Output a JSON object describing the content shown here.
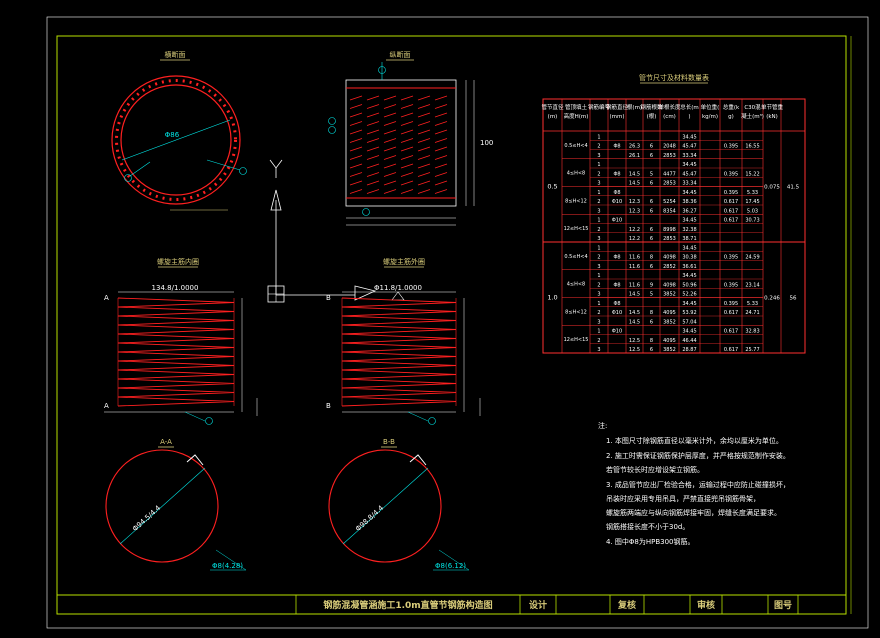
{
  "title_block": {
    "drawing_title": "钢筋混凝管涵施工1.0m直管节钢筋构造图",
    "design": "设计",
    "review": "复核",
    "approve": "审核",
    "drawing_no": "图号"
  },
  "views": {
    "cross_section": "横断面",
    "longitudinal_section": "纵断面",
    "inner_spiral": "螺旋主筋内圈",
    "outer_spiral": "螺旋主筋外圈",
    "section_a": "A-A",
    "section_b": "B-B"
  },
  "dims": {
    "cross_dia": "Φ86",
    "long_height": "100",
    "inner_len": "134.8/1.0000",
    "outer_len": "Φ11.8/1.0000",
    "a_dia": "Φ94.5/4.4",
    "b_dia": "Φ98.8/4.4",
    "a_bar": "Φ8(4.28)",
    "b_bar": "Φ8(6.12)"
  },
  "table": {
    "title": "管节尺寸及材料数量表",
    "headers": [
      "管节直径(m)",
      "管顶填土高度H(m)",
      "钢筋编号",
      "钢筋直径(mm)",
      "根(m)",
      "钢筋根数(根)",
      "单根长度(cm)",
      "总长(m)",
      "单位重(kg/m)",
      "总重(kg)",
      "C30混凝土(m³)",
      "单节管重(kN)"
    ],
    "groups": [
      {
        "dia": "0.5",
        "concrete": "0.075",
        "weight": "41.5",
        "bands": [
          {
            "h": "0.5≤H<4",
            "rows": [
              [
                "1",
                "",
                "",
                "",
                "",
                "34.45",
                "",
                ""
              ],
              [
                "2",
                "Φ8",
                "26.3",
                "6",
                "2048",
                "45.47",
                "0.395",
                "16.55"
              ],
              [
                "3",
                "",
                "26.1",
                "6",
                "2853",
                "33.34",
                "",
                ""
              ]
            ]
          },
          {
            "h": "4≤H<8",
            "rows": [
              [
                "1",
                "",
                "",
                "",
                "",
                "34.45",
                "",
                ""
              ],
              [
                "2",
                "Φ8",
                "14.5",
                "5",
                "4477",
                "45.47",
                "0.395",
                "15.22"
              ],
              [
                "3",
                "",
                "14.5",
                "6",
                "2853",
                "33.34",
                "",
                ""
              ]
            ]
          },
          {
            "h": "8≤H<12",
            "rows": [
              [
                "1",
                "Φ8",
                "",
                "",
                "",
                "34.45",
                "0.395",
                "5.33"
              ],
              [
                "2",
                "Φ10",
                "12.3",
                "6",
                "5254",
                "38.36",
                "0.617",
                "17.45"
              ],
              [
                "3",
                "",
                "12.3",
                "6",
                "8354",
                "36.27",
                "0.617",
                "5.03"
              ]
            ]
          },
          {
            "h": "12≤H<15",
            "rows": [
              [
                "1",
                "Φ10",
                "",
                "",
                "",
                "34.45",
                "0.617",
                "30.73"
              ],
              [
                "2",
                "",
                "12.2",
                "6",
                "8998",
                "32.38",
                "",
                ""
              ],
              [
                "3",
                "",
                "12.2",
                "6",
                "2853",
                "38.71",
                "",
                ""
              ]
            ]
          }
        ]
      },
      {
        "dia": "1.0",
        "concrete": "0.246",
        "weight": "56",
        "bands": [
          {
            "h": "0.5≤H<4",
            "rows": [
              [
                "1",
                "",
                "",
                "",
                "",
                "34.45",
                "",
                ""
              ],
              [
                "2",
                "Φ8",
                "11.6",
                "8",
                "4098",
                "30.38",
                "0.395",
                "24.59"
              ],
              [
                "3",
                "",
                "11.6",
                "6",
                "2852",
                "36.61",
                "",
                ""
              ]
            ]
          },
          {
            "h": "4≤H<8",
            "rows": [
              [
                "1",
                "",
                "",
                "",
                "",
                "34.45",
                "",
                ""
              ],
              [
                "2",
                "Φ8",
                "11.6",
                "9",
                "4098",
                "50.96",
                "0.395",
                "23.14"
              ],
              [
                "3",
                "",
                "14.5",
                "5",
                "3852",
                "52.26",
                "",
                ""
              ]
            ]
          },
          {
            "h": "8≤H<12",
            "rows": [
              [
                "1",
                "Φ8",
                "",
                "",
                "",
                "34.45",
                "0.395",
                "5.33"
              ],
              [
                "2",
                "Φ10",
                "14.5",
                "8",
                "4095",
                "53.92",
                "0.617",
                "24.71"
              ],
              [
                "3",
                "",
                "14.5",
                "6",
                "3852",
                "57.04",
                "",
                ""
              ]
            ]
          },
          {
            "h": "12≤H<15",
            "rows": [
              [
                "1",
                "Φ10",
                "",
                "",
                "",
                "34.45",
                "0.617",
                "32.83"
              ],
              [
                "2",
                "",
                "12.5",
                "8",
                "4095",
                "46.44",
                "",
                ""
              ],
              [
                "3",
                "",
                "12.5",
                "6",
                "3852",
                "28.87",
                "0.617",
                "25.77"
              ]
            ]
          }
        ]
      }
    ]
  },
  "notes": {
    "heading": "注:",
    "items": [
      "1. 本图尺寸除钢筋直径以毫米计外，余均以厘米为单位。",
      "2. 施工时需保证钢筋保护层厚度，并严格按规范制作安装。",
      "   若管节较长时应增设架立钢筋。",
      "3. 成品管节应出厂检验合格，运输过程中应防止碰撞损坏，",
      "   吊装时应采用专用吊具，严禁直接兜吊钢筋骨架，",
      "   螺旋筋两端应与纵向钢筋焊接牢固，焊缝长度满足要求。",
      "   钢筋搭接长度不小于30d。",
      "4. 图中Φ8为HPB300钢筋。"
    ]
  },
  "colors": {
    "frame_green": "#b7e000",
    "frame_yellow": "#ffff00",
    "steel_red": "#ff2020",
    "dim_cyan": "#00e6e6",
    "text_tan": "#d9cc7a",
    "table_red": "#ff3030",
    "white": "#ffffff"
  }
}
